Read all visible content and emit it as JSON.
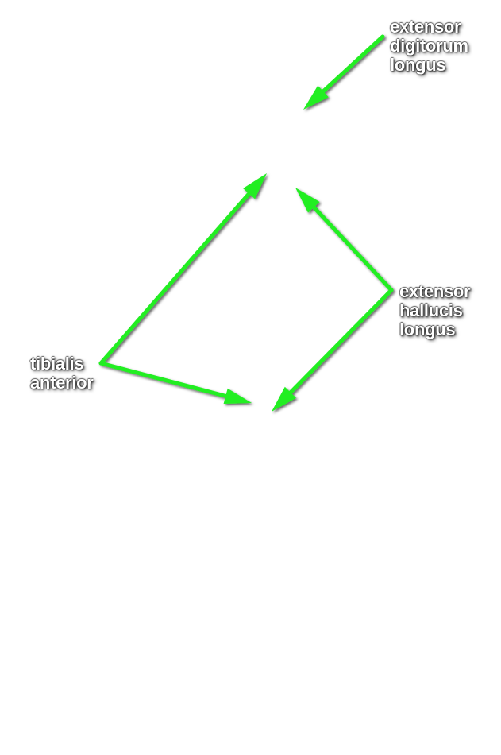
{
  "arrow_color": "#22ee22",
  "labels": {
    "extensor_digitorum_longus": [
      "extensor",
      "digitorum",
      "longus"
    ],
    "extensor_hallucis_longus": [
      "extensor",
      "hallucis",
      "longus"
    ],
    "tibialis_anterior": [
      "tibialis",
      "anterior"
    ]
  }
}
